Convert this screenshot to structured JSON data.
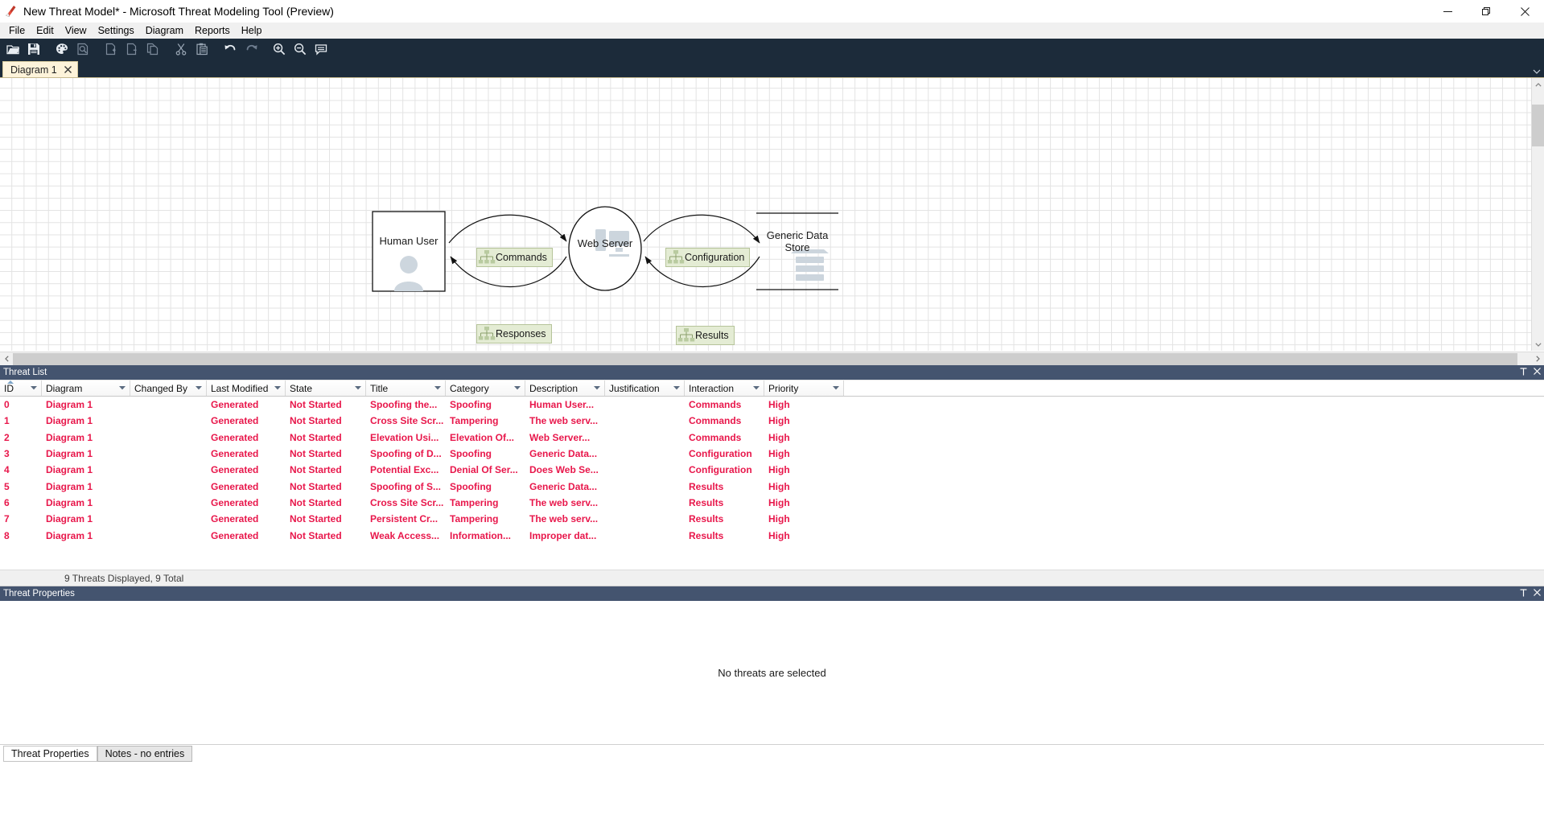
{
  "window": {
    "title": "New Threat Model* - Microsoft Threat Modeling Tool  (Preview)",
    "minimize_label": "—",
    "maximize_label": "❐",
    "close_label": "✕"
  },
  "menubar": {
    "items": [
      {
        "label": "File"
      },
      {
        "label": "Edit"
      },
      {
        "label": "View"
      },
      {
        "label": "Settings"
      },
      {
        "label": "Diagram"
      },
      {
        "label": "Reports"
      },
      {
        "label": "Help"
      }
    ]
  },
  "toolbar": {
    "buttons": [
      {
        "name": "open-icon"
      },
      {
        "name": "save-icon"
      },
      {
        "name": "palette-icon"
      },
      {
        "name": "diagram-view-icon"
      },
      {
        "name": "add-diagram-icon"
      },
      {
        "name": "remove-diagram-icon"
      },
      {
        "name": "copy-diagram-icon"
      },
      {
        "name": "cut-icon"
      },
      {
        "name": "paste-icon"
      },
      {
        "name": "undo-icon"
      },
      {
        "name": "redo-icon"
      },
      {
        "name": "zoom-in-icon"
      },
      {
        "name": "zoom-out-icon"
      },
      {
        "name": "comment-icon"
      }
    ]
  },
  "tabs": {
    "active": "Diagram 1",
    "close_label": "✕",
    "overflow_label": "▼"
  },
  "diagram": {
    "nodes": [
      {
        "id": "human-user",
        "label": "Human User",
        "shape": "rect"
      },
      {
        "id": "web-server",
        "label": "Web Server",
        "shape": "ellipse"
      },
      {
        "id": "generic-data-store",
        "label": "Generic Data\nStore",
        "shape": "datastore"
      }
    ],
    "flows": [
      {
        "id": "commands",
        "label": "Commands"
      },
      {
        "id": "responses",
        "label": "Responses"
      },
      {
        "id": "configuration",
        "label": "Configuration"
      },
      {
        "id": "results",
        "label": "Results"
      }
    ],
    "flow_fill": "#e4ecd4",
    "flow_border": "#b6c49a",
    "grid_color": "#e3e3e3"
  },
  "threat_list": {
    "panel_title": "Threat List",
    "pin_label": "╤",
    "close_label": "✕",
    "columns": [
      {
        "key": "id",
        "label": "ID",
        "width": 52,
        "sorted": true
      },
      {
        "key": "diagram",
        "label": "Diagram",
        "width": 110,
        "sorted": false
      },
      {
        "key": "changed_by",
        "label": "Changed By",
        "width": 95,
        "sorted": false
      },
      {
        "key": "last_mod",
        "label": "Last Modified",
        "width": 98,
        "sorted": false
      },
      {
        "key": "state",
        "label": "State",
        "width": 100,
        "sorted": false
      },
      {
        "key": "title",
        "label": "Title",
        "width": 99,
        "sorted": false
      },
      {
        "key": "category",
        "label": "Category",
        "width": 99,
        "sorted": false
      },
      {
        "key": "description",
        "label": "Description",
        "width": 99,
        "sorted": false
      },
      {
        "key": "justify",
        "label": "Justification",
        "width": 99,
        "sorted": false
      },
      {
        "key": "interaction",
        "label": "Interaction",
        "width": 99,
        "sorted": false
      },
      {
        "key": "priority",
        "label": "Priority",
        "width": 99,
        "sorted": false
      }
    ],
    "filter_arrow": "▼",
    "rows": [
      {
        "id": "0",
        "diagram": "Diagram 1",
        "changed_by": "",
        "last_mod": "Generated",
        "state": "Not Started",
        "title": "Spoofing the...",
        "category": "Spoofing",
        "description": "Human User...",
        "justify": "",
        "interaction": "Commands",
        "priority": "High"
      },
      {
        "id": "1",
        "diagram": "Diagram 1",
        "changed_by": "",
        "last_mod": "Generated",
        "state": "Not Started",
        "title": "Cross Site Scr...",
        "category": "Tampering",
        "description": "The web serv...",
        "justify": "",
        "interaction": "Commands",
        "priority": "High"
      },
      {
        "id": "2",
        "diagram": "Diagram 1",
        "changed_by": "",
        "last_mod": "Generated",
        "state": "Not Started",
        "title": "Elevation Usi...",
        "category": "Elevation Of...",
        "description": "Web Server...",
        "justify": "",
        "interaction": "Commands",
        "priority": "High"
      },
      {
        "id": "3",
        "diagram": "Diagram 1",
        "changed_by": "",
        "last_mod": "Generated",
        "state": "Not Started",
        "title": "Spoofing of D...",
        "category": "Spoofing",
        "description": "Generic Data...",
        "justify": "",
        "interaction": "Configuration",
        "priority": "High"
      },
      {
        "id": "4",
        "diagram": "Diagram 1",
        "changed_by": "",
        "last_mod": "Generated",
        "state": "Not Started",
        "title": "Potential Exc...",
        "category": "Denial Of Ser...",
        "description": "Does Web Se...",
        "justify": "",
        "interaction": "Configuration",
        "priority": "High"
      },
      {
        "id": "5",
        "diagram": "Diagram 1",
        "changed_by": "",
        "last_mod": "Generated",
        "state": "Not Started",
        "title": "Spoofing of S...",
        "category": "Spoofing",
        "description": "Generic Data...",
        "justify": "",
        "interaction": "Results",
        "priority": "High"
      },
      {
        "id": "6",
        "diagram": "Diagram 1",
        "changed_by": "",
        "last_mod": "Generated",
        "state": "Not Started",
        "title": "Cross Site Scr...",
        "category": "Tampering",
        "description": "The web serv...",
        "justify": "",
        "interaction": "Results",
        "priority": "High"
      },
      {
        "id": "7",
        "diagram": "Diagram 1",
        "changed_by": "",
        "last_mod": "Generated",
        "state": "Not Started",
        "title": "Persistent Cr...",
        "category": "Tampering",
        "description": "The web serv...",
        "justify": "",
        "interaction": "Results",
        "priority": "High"
      },
      {
        "id": "8",
        "diagram": "Diagram 1",
        "changed_by": "",
        "last_mod": "Generated",
        "state": "Not Started",
        "title": "Weak Access...",
        "category": "Information...",
        "description": "Improper dat...",
        "justify": "",
        "interaction": "Results",
        "priority": "High"
      }
    ],
    "status": "9 Threats Displayed, 9 Total",
    "row_text_color": "#e8174b"
  },
  "threat_properties": {
    "panel_title": "Threat Properties",
    "pin_label": "╤",
    "close_label": "✕",
    "empty_message": "No threats are selected"
  },
  "bottom_tabs": [
    {
      "label": "Threat Properties",
      "active": true
    },
    {
      "label": "Notes - no entries",
      "active": false
    }
  ]
}
